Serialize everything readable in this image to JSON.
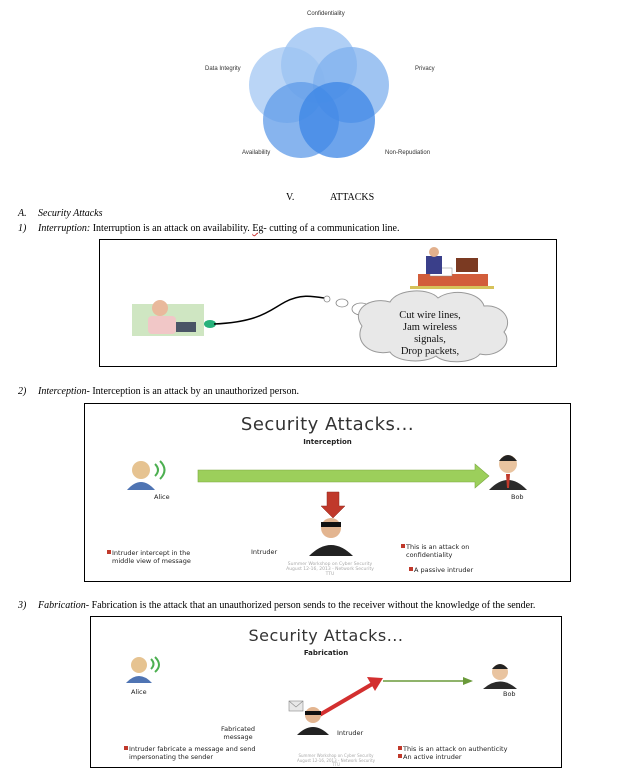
{
  "venn": {
    "labels": {
      "top": "Confidentiality",
      "left": "Data Integrity",
      "right": "Privacy",
      "bottom_left": "Availability",
      "bottom_right": "Non-Repudiation"
    }
  },
  "section": {
    "number": "V.",
    "title": "ATTACKS"
  },
  "subsection": {
    "label": "A.",
    "title": "Security Attacks"
  },
  "items": [
    {
      "num": "1)",
      "term": "Interruption:",
      "text_a": " Interruption is an attack on availability. ",
      "text_flag": "Eg",
      "text_b": "- cutting of a communication line."
    },
    {
      "num": "2)",
      "term": "Interception",
      "text": "- Interception is an attack by an unauthorized person."
    },
    {
      "num": "3)",
      "term": "Fabrication",
      "text": "- Fabrication is the attack that an unauthorized person sends to the receiver without the knowledge of the sender."
    }
  ],
  "figure1": {
    "cloud_lines": [
      "Cut wire lines,",
      "Jam wireless",
      "signals,",
      "Drop packets,"
    ]
  },
  "figure2": {
    "title": "Security Attacks...",
    "subtitle": "Interception",
    "alice": "Alice",
    "bob": "Bob",
    "intruder": "Intruder",
    "note_left_1": "Intruder intercept in the",
    "note_left_2": "middle view of message",
    "note_right_1": "This is an attack on",
    "note_right_2": "confidentiality",
    "note_right_3": "A passive intruder",
    "footer_1": "Summer Workshop on Cyber Security",
    "footer_2": "August 12-16, 2013 - Network Security",
    "footer_3": "TTU"
  },
  "figure3": {
    "title": "Security Attacks...",
    "subtitle": "Fabrication",
    "alice": "Alice",
    "bob": "Bob",
    "fabricated_1": "Fabricated",
    "fabricated_2": "message",
    "intruder": "Intruder",
    "note_left_1": "Intruder fabricate a message and send",
    "note_left_2": "impersonating the sender",
    "note_right_1": "This is an attack on authenticity",
    "note_right_2": "An active intruder",
    "footer_1": "Summer Workshop on Cyber Security",
    "footer_2": "August 12-16, 2013 - Network Security",
    "footer_3": "TTU"
  }
}
